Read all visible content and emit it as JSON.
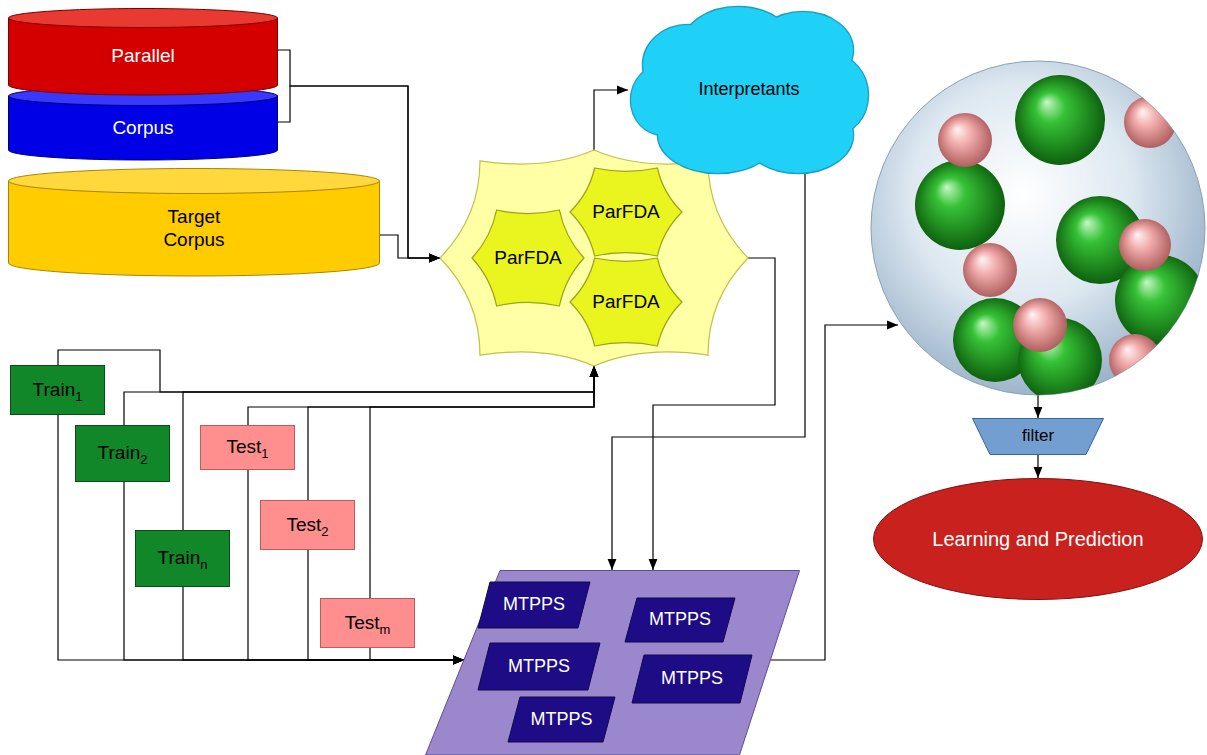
{
  "diagram": {
    "nodes": [
      {
        "text": [
          "Parallel"
        ]
      },
      {
        "text": [
          "Corpus"
        ]
      },
      {
        "text": [
          "Target Corpus"
        ]
      },
      {
        "text": []
      },
      {
        "text": [
          "ParFDA"
        ],
        "in": 3
      },
      {
        "text": [
          "ParFDA"
        ],
        "in": 3
      },
      {
        "text": [
          "ParFDA"
        ],
        "in": 3
      },
      {
        "text": [
          "Interpretants"
        ]
      },
      {
        "text": [
          "Train1"
        ]
      },
      {
        "text": [
          "Train2"
        ]
      },
      {
        "text": [
          "Trainn"
        ]
      },
      {
        "text": [
          "Test1"
        ]
      },
      {
        "text": [
          "Test2"
        ]
      },
      {
        "text": [
          "Testm"
        ]
      },
      {
        "text": []
      },
      {
        "text": [
          "MTPPS"
        ],
        "in": 14
      },
      {
        "text": [
          "MTPPS"
        ],
        "in": 14
      },
      {
        "text": [
          "MTPPS"
        ],
        "in": 14
      },
      {
        "text": [
          "MTPPS"
        ],
        "in": 14
      },
      {
        "text": [
          "MTPPS"
        ],
        "in": 14
      },
      {
        "text": []
      },
      {
        "text": [
          "filter"
        ]
      },
      {
        "text": [
          "Learning and Prediction"
        ]
      }
    ],
    "edges": [
      {
        "from": 0,
        "to": 3,
        "arrow": "to"
      },
      {
        "from": 1,
        "to": 3,
        "arrow": "to"
      },
      {
        "from": 2,
        "to": 3,
        "arrow": "to"
      },
      {
        "from": 8,
        "to": 3,
        "arrow": "to"
      },
      {
        "from": 9,
        "to": 3,
        "arrow": "to"
      },
      {
        "from": 10,
        "to": 3,
        "arrow": "to"
      },
      {
        "from": 11,
        "to": 3,
        "arrow": "to"
      },
      {
        "from": 12,
        "to": 3,
        "arrow": "to"
      },
      {
        "from": 13,
        "to": 3,
        "arrow": "to"
      },
      {
        "from": 8,
        "to": 14,
        "arrow": "to"
      },
      {
        "from": 9,
        "to": 14,
        "arrow": "to"
      },
      {
        "from": 10,
        "to": 14,
        "arrow": "to"
      },
      {
        "from": 11,
        "to": 14,
        "arrow": "to"
      },
      {
        "from": 12,
        "to": 14,
        "arrow": "to"
      },
      {
        "from": 13,
        "to": 14,
        "arrow": "to"
      },
      {
        "from": 3,
        "to": 7,
        "arrow": "to"
      },
      {
        "from": 3,
        "to": 14,
        "arrow": "to"
      },
      {
        "from": 7,
        "to": 14,
        "arrow": "to"
      },
      {
        "from": 14,
        "to": 20,
        "arrow": "to"
      },
      {
        "from": 20,
        "to": 21,
        "arrow": "to"
      },
      {
        "from": 21,
        "to": 22,
        "arrow": "to"
      }
    ]
  }
}
